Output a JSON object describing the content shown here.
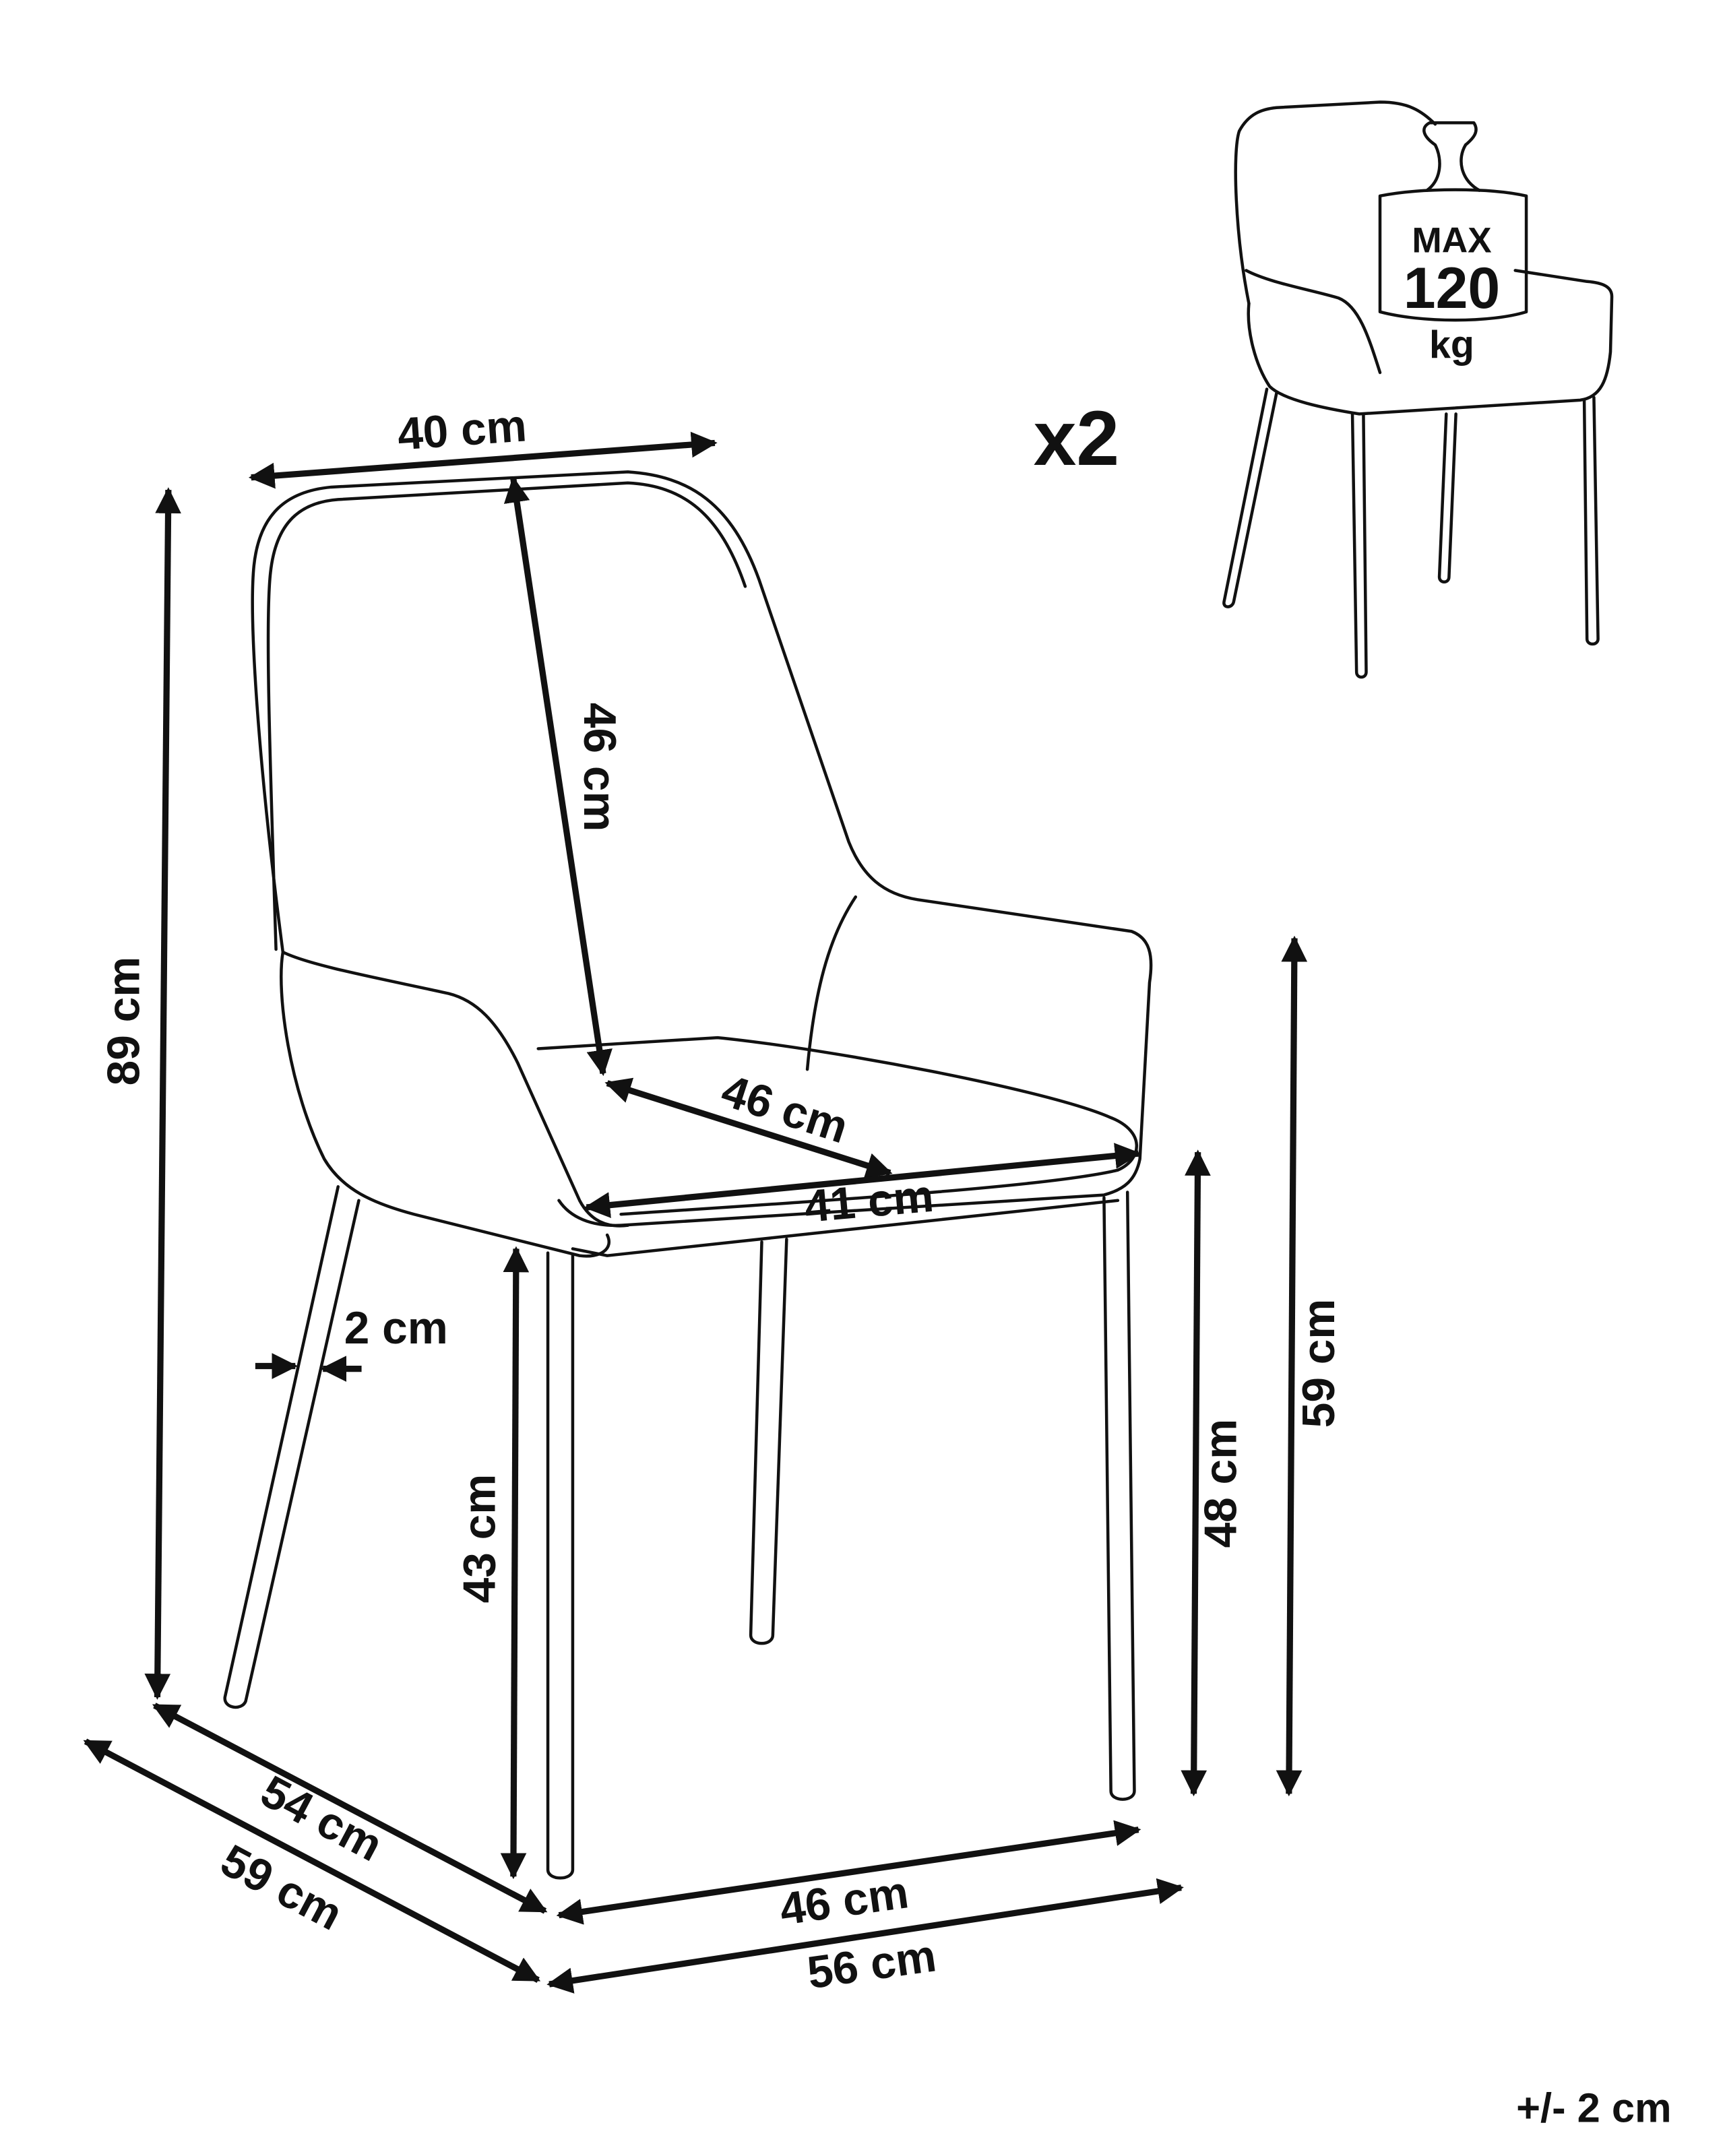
{
  "labels": {
    "back_width": "40 cm",
    "back_height": "46 cm",
    "total_height": "89 cm",
    "seat_depth": "46 cm",
    "seat_width": "41 cm",
    "leg_diameter": "2 cm",
    "seat_height_front": "43 cm",
    "seat_height": "48 cm",
    "armrest_height": "59 cm",
    "depth_inner": "54 cm",
    "depth_outer": "59 cm",
    "width_inner": "46 cm",
    "width_outer": "56 cm"
  },
  "quantity": "x2",
  "max_load": {
    "line1": "MAX",
    "line2": "120",
    "line3": "kg"
  },
  "tolerance": "+/- 2 cm"
}
